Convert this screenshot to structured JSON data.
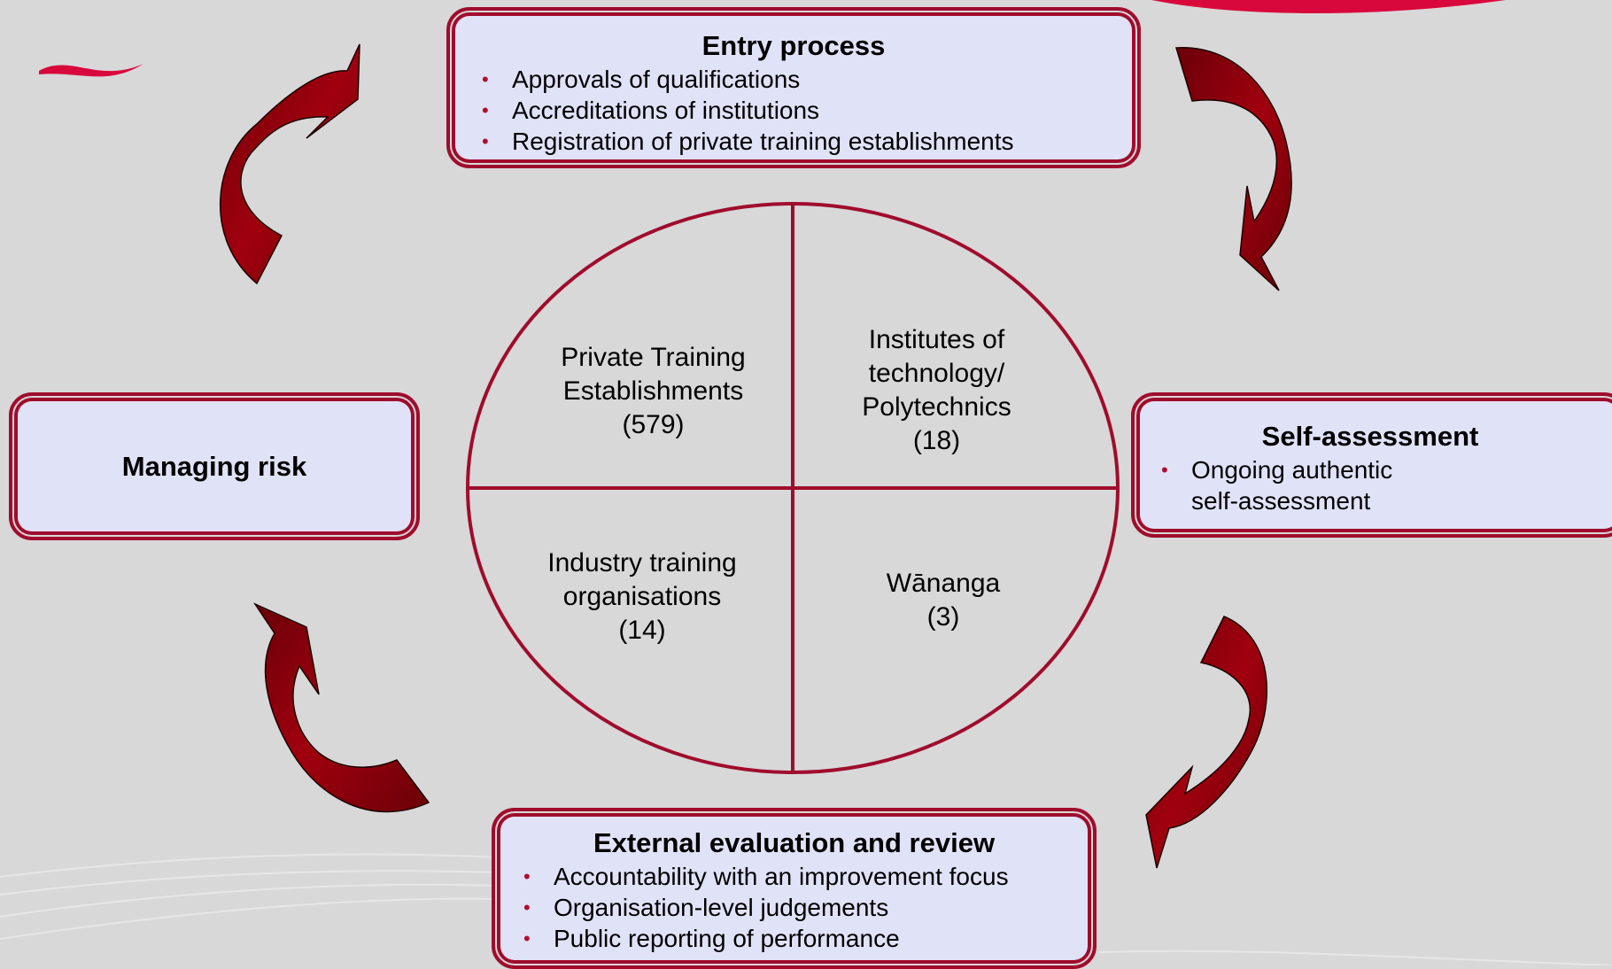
{
  "colors": {
    "accent": "#a00c2c",
    "box_fill": "#e0e2f8",
    "background": "#d8d8d8",
    "arrow": "#8a0010"
  },
  "entry_process": {
    "title": "Entry process",
    "items": [
      "Approvals of qualifications",
      "Accreditations of institutions",
      "Registration of private training establishments"
    ]
  },
  "self_assessment": {
    "title": "Self-assessment",
    "items": [
      "Ongoing authentic self-assessment"
    ]
  },
  "managing_risk": {
    "title": "Managing risk"
  },
  "external_evaluation": {
    "title": "External evaluation and review",
    "items": [
      "Accountability with an improvement focus",
      "Organisation-level judgements",
      "Public reporting of performance"
    ]
  },
  "quadrants": {
    "top_left": {
      "lines": [
        "Private Training",
        "Establishments",
        "(579)"
      ]
    },
    "top_right": {
      "lines": [
        "Institutes of",
        "technology/",
        "Polytechnics",
        "(18)"
      ]
    },
    "bottom_left": {
      "lines": [
        "Industry training",
        "organisations",
        "(14)"
      ]
    },
    "bottom_right": {
      "lines": [
        "Wānanga",
        "(3)"
      ]
    }
  },
  "bullet_symbol": "•",
  "icons": [
    "curved-arrow-icon"
  ]
}
